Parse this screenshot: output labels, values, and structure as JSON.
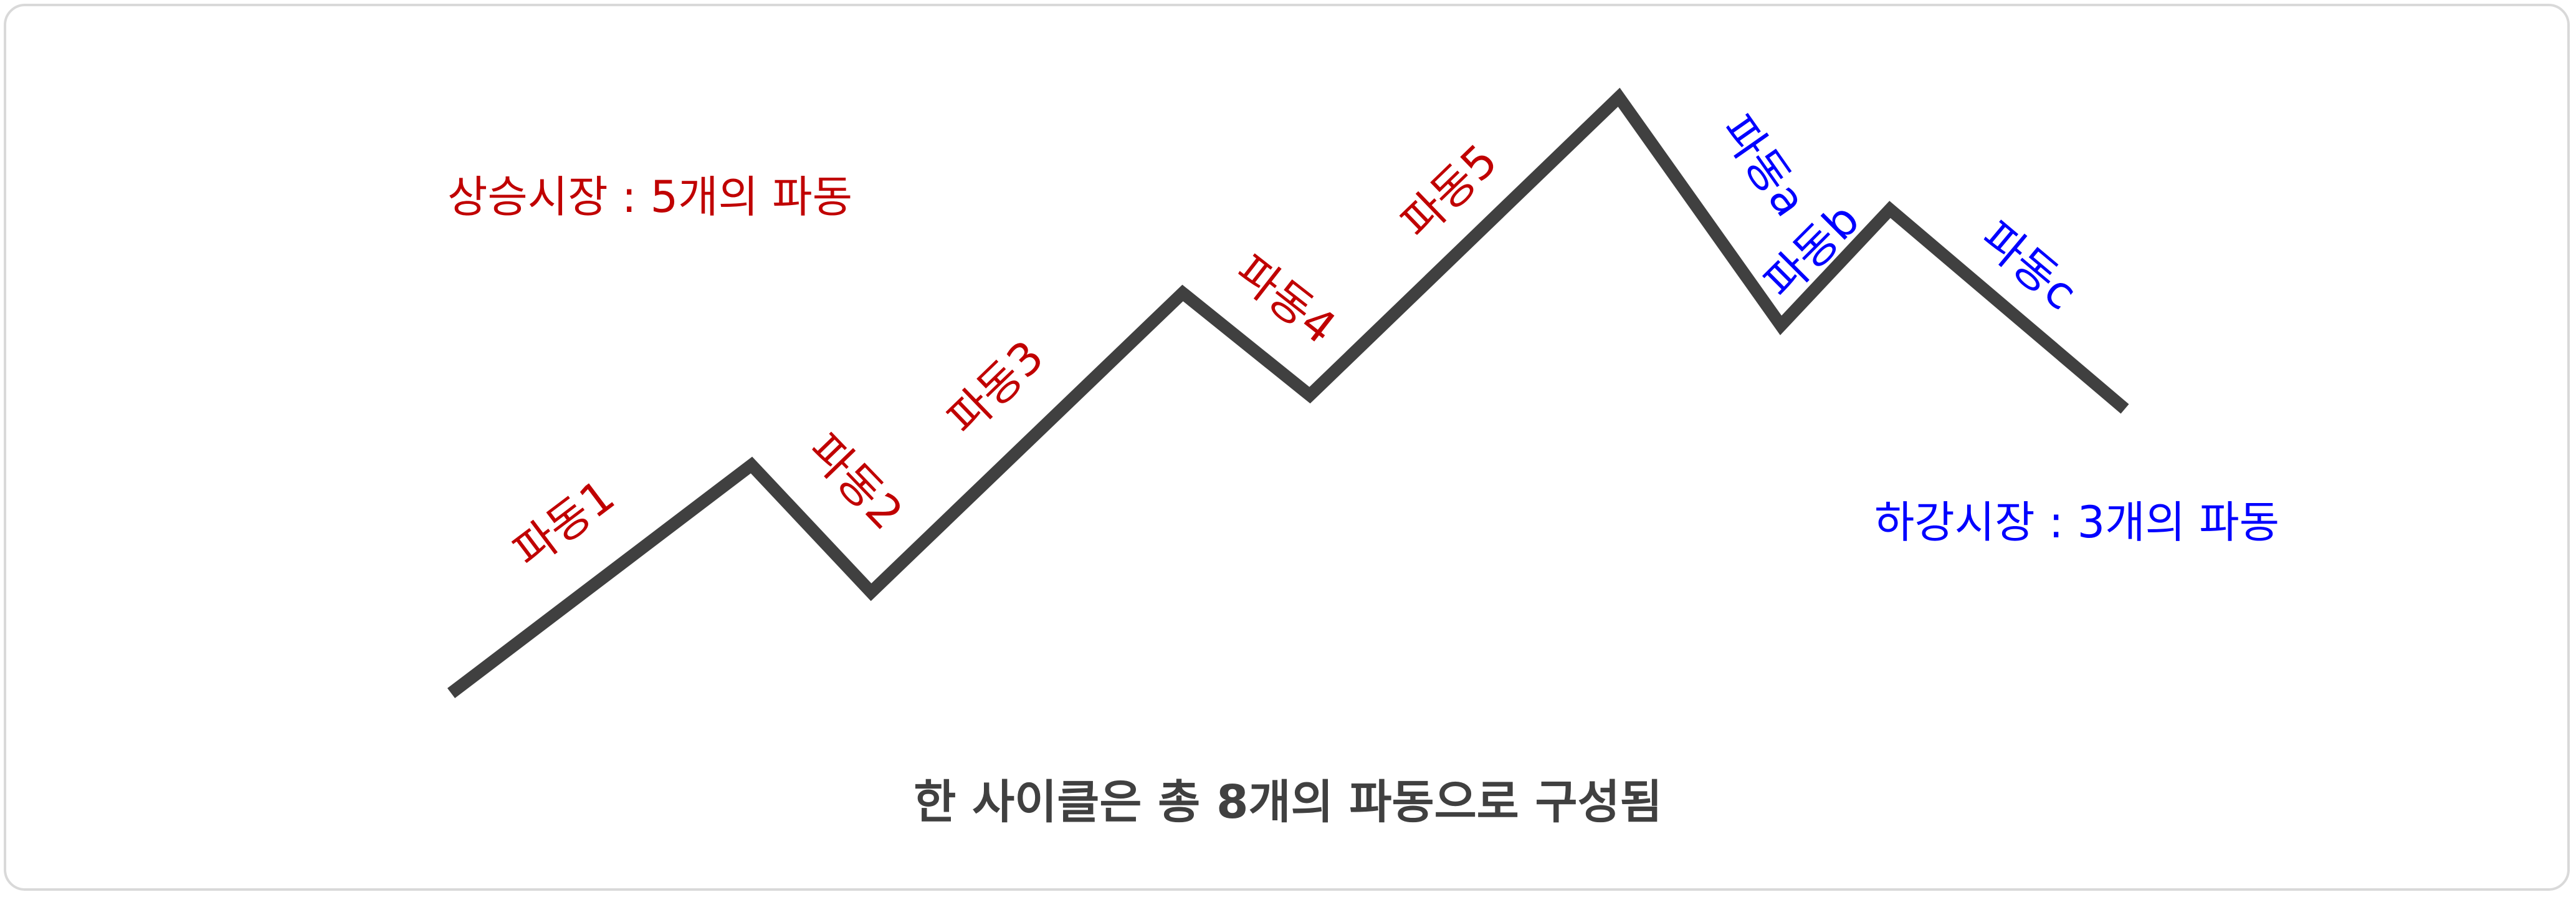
{
  "colors": {
    "line": "#404040",
    "rising": "#c00000",
    "falling": "#0000ff",
    "caption": "#404040",
    "border": "#d9d9d9"
  },
  "labels": {
    "bull_market": "상승시장 : 5개의 파동",
    "bear_market": "하강시장 : 3개의 파동",
    "summary": "한 사이클은 총 8개의 파동으로 구성됨"
  },
  "waves": [
    {
      "label": "파동1",
      "direction": "up"
    },
    {
      "label": "파동2",
      "direction": "down"
    },
    {
      "label": "파동3",
      "direction": "up"
    },
    {
      "label": "파동4",
      "direction": "down"
    },
    {
      "label": "파동5",
      "direction": "up"
    },
    {
      "label": "파동a",
      "direction": "down"
    },
    {
      "label": "파동b",
      "direction": "up"
    },
    {
      "label": "파동c",
      "direction": "down"
    }
  ]
}
